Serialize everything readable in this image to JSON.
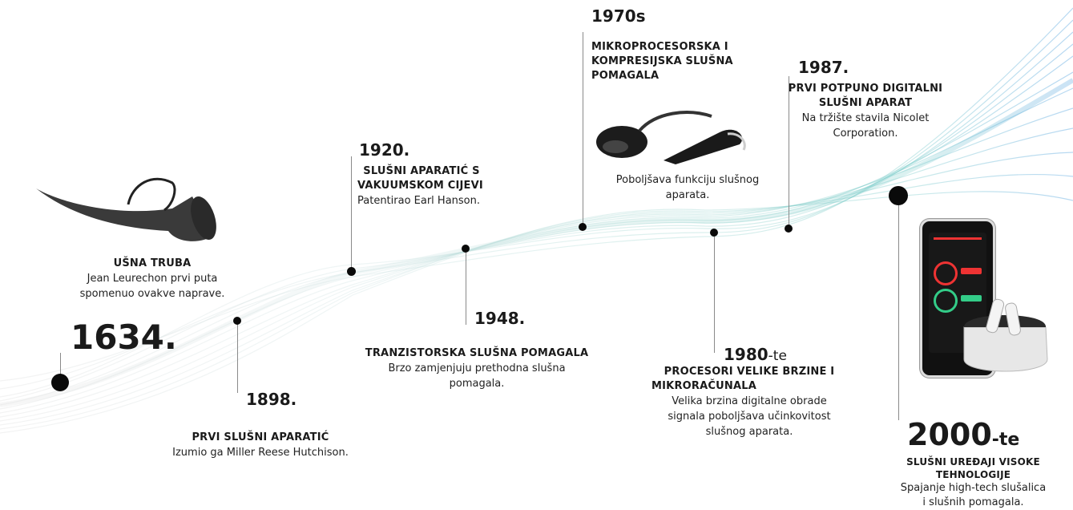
{
  "events": [
    {
      "id": "1634",
      "year": "1634",
      "suffix": ".",
      "title": "UŠNA TRUBA",
      "desc": [
        "Jean Leurechon prvi puta",
        "spomenuo ovakve naprave."
      ]
    },
    {
      "id": "1898",
      "year": "1898",
      "suffix": ".",
      "title": "PRVI SLUŠNI APARATIĆ",
      "desc": [
        "Izumio ga Miller Reese Hutchison."
      ]
    },
    {
      "id": "1920",
      "year": "1920",
      "suffix": ".",
      "title_lines": [
        "SLUŠNI APARATIĆ S",
        "VAKUUMSKOM CIJEVI"
      ],
      "desc": [
        "Patentirao Earl Hanson."
      ]
    },
    {
      "id": "1948",
      "year": "1948",
      "suffix": ".",
      "title": "TRANZISTORSKA SLUŠNA POMAGALA",
      "desc": [
        "Brzo zamjenjuju prethodna slušna",
        "pomagala."
      ]
    },
    {
      "id": "1970s",
      "year": "1970s",
      "title_lines": [
        "MIKROPROCESORSKA I",
        "KOMPRESIJSKA SLUŠNA",
        "POMAGALA"
      ],
      "desc": [
        "Poboljšava funkciju slušnog",
        "aparata."
      ]
    },
    {
      "id": "1980te",
      "year": "1980",
      "suffix": "-te",
      "title_lines": [
        "PROCESORI VELIKE BRZINE I",
        "MIKRORAČUNALA"
      ],
      "desc": [
        "Velika brzina digitalne obrade",
        "signala poboljšava učinkovitost",
        "slušnog aparata."
      ]
    },
    {
      "id": "1987",
      "year": "1987",
      "suffix": ".",
      "title_lines": [
        "PRVI POTPUNO DIGITALNI",
        "SLUŠNI APARAT"
      ],
      "desc": [
        "Na tržište stavila Nicolet",
        "Corporation."
      ]
    },
    {
      "id": "2000te",
      "year": "2000",
      "suffix": "-te",
      "title_lines": [
        "SLUŠNI UREĐAJI VISOKE",
        "TEHNOLOGIJE"
      ],
      "desc": [
        "Spajanje high-tech slušalica",
        "i slušnih pomagala."
      ]
    }
  ]
}
